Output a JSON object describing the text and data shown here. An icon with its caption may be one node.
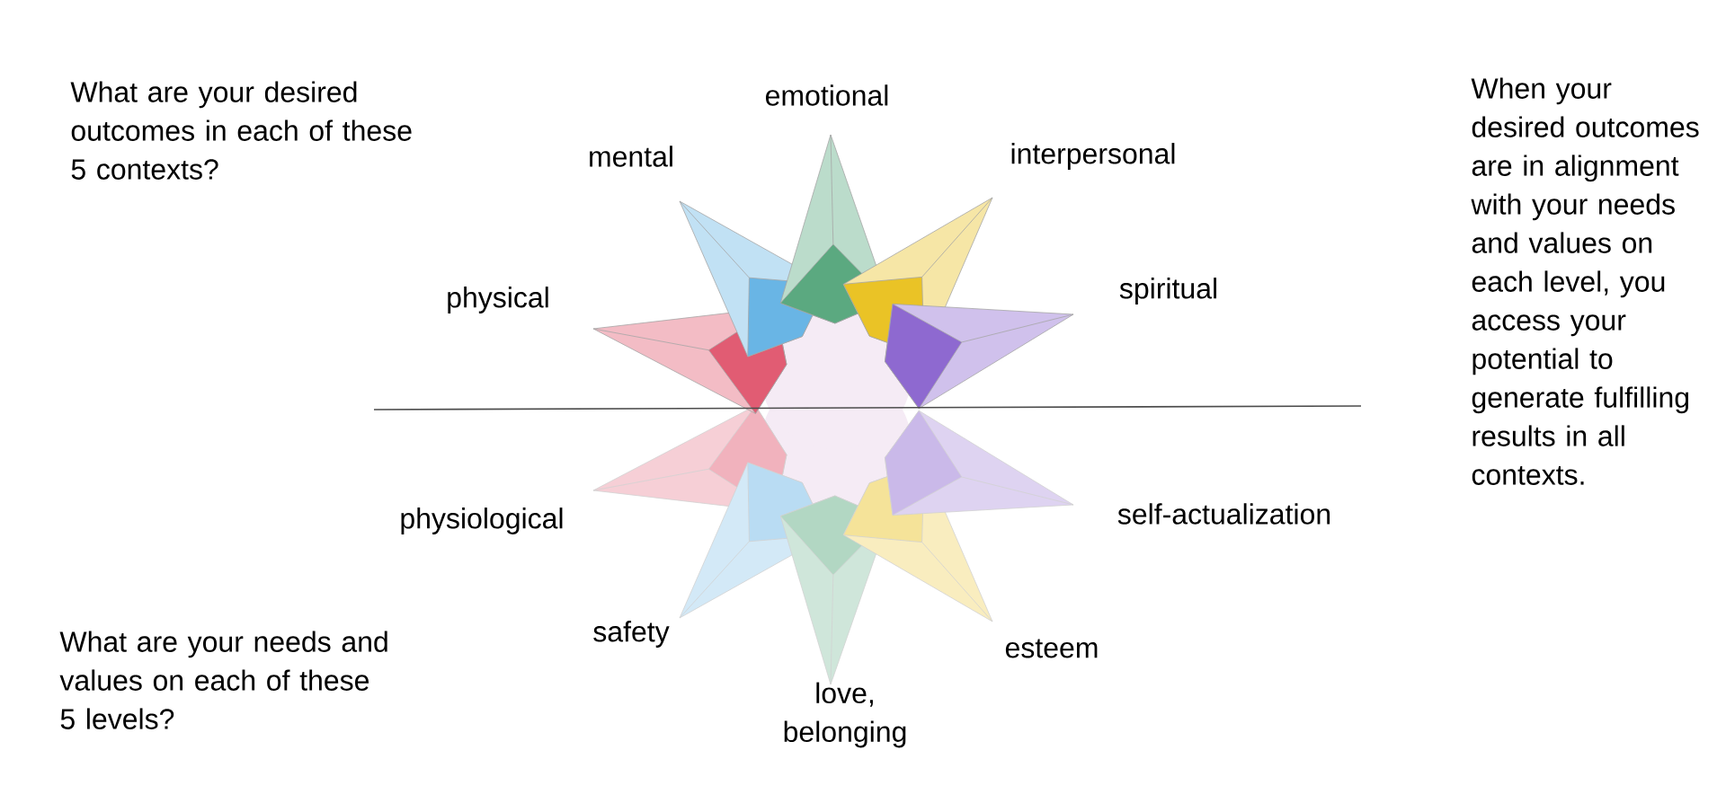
{
  "diagram": {
    "labels": [
      "What are your desired outcomes in each of these 5 contexts?",
      "emotional",
      "When your desired outcomes are in alignment with your needs and values on each level, you access your potential to generate fulfilling results in all contexts.",
      "mental",
      "interpersonal",
      "physical",
      "spiritual",
      "physiological",
      "self-actualization",
      "safety",
      "What are your needs and values on each of these 5 levels?",
      "esteem",
      "love, belonging"
    ]
  }
}
